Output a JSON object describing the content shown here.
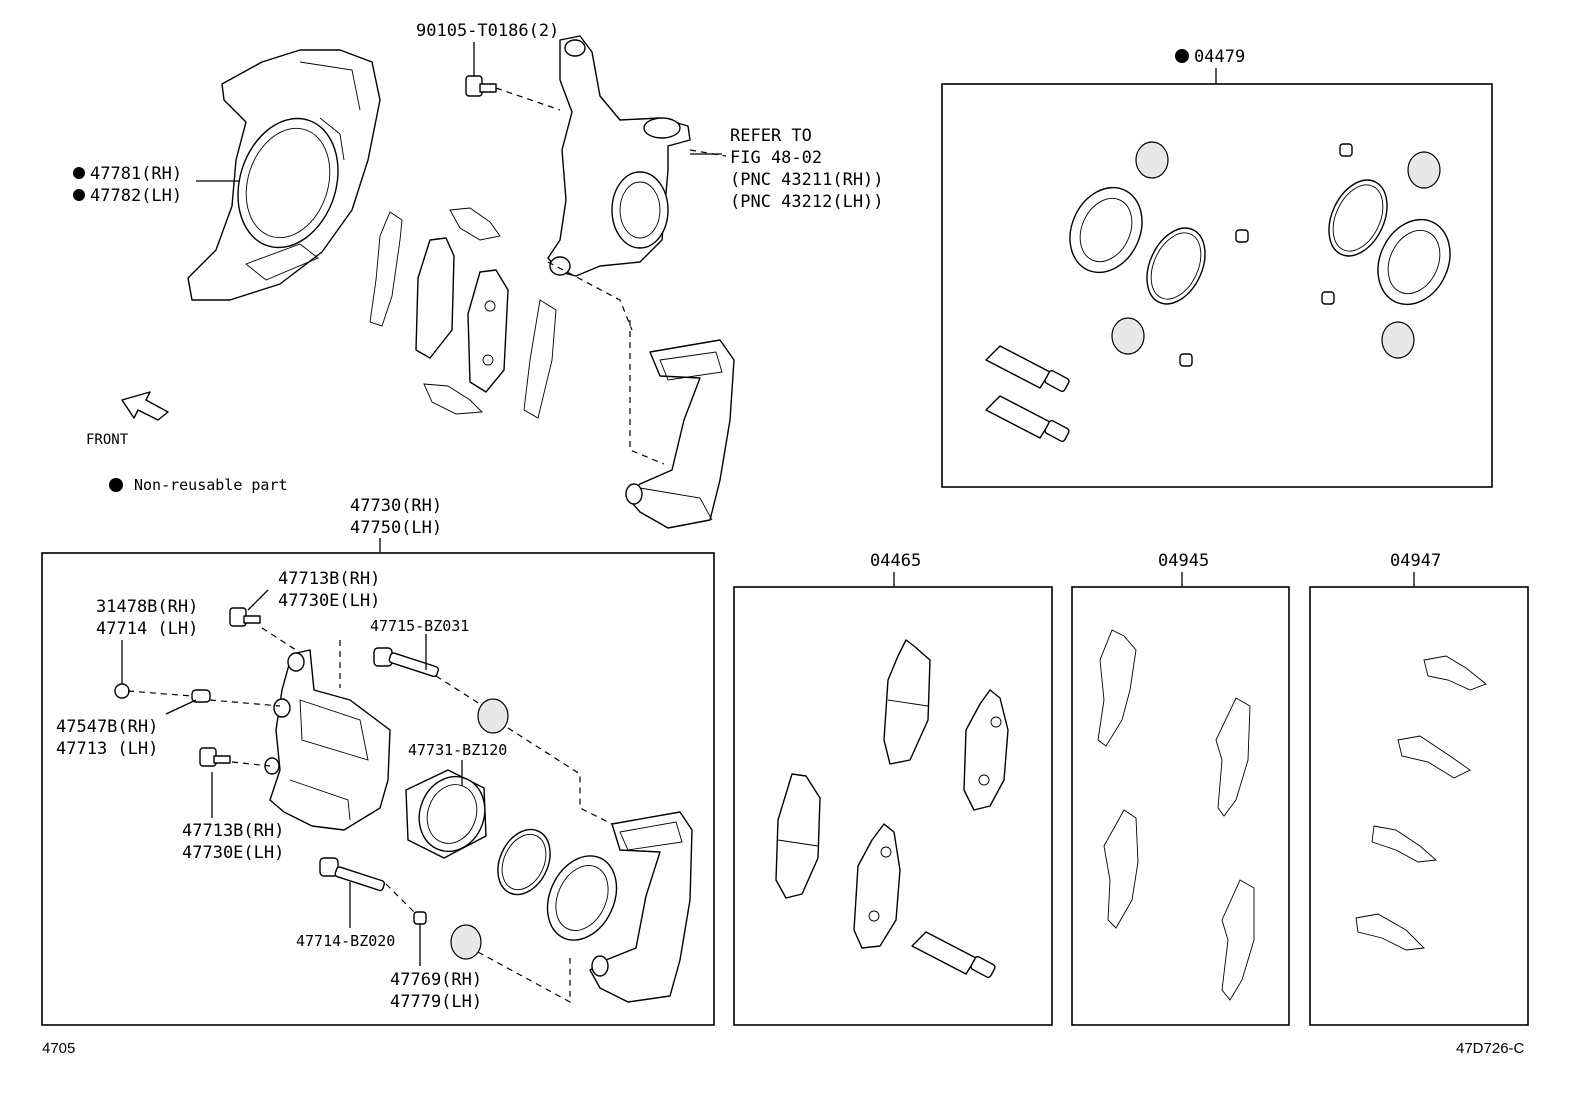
{
  "labels": {
    "bolt_90105": "90105-T0186(2)",
    "refer_1": "REFER TO",
    "refer_2": "FIG 48-02",
    "refer_3": "(PNC 43211(RH))",
    "refer_4": "(PNC 43212(LH))",
    "shield_rh": "47781(RH)",
    "shield_lh": "47782(LH)",
    "front": "FRONT",
    "legend_text": "Non-reusable part",
    "caliper_rh": "47730(RH)",
    "caliper_lh": "47750(LH)",
    "kit_04479": "04479",
    "kit_04465": "04465",
    "kit_04945": "04945",
    "kit_04947": "04947",
    "c_47713b_rh_top": "47713B(RH)",
    "c_47730e_lh_top": "47730E(LH)",
    "c_31478b_rh": "31478B(RH)",
    "c_47714_lh": "47714 (LH)",
    "c_47715": "47715-BZ031",
    "c_47547b_rh": "47547B(RH)",
    "c_47713_lh": "47713 (LH)",
    "c_47731": "47731-BZ120",
    "c_47713b_rh_bot": "47713B(RH)",
    "c_47730e_lh_bot": "47730E(LH)",
    "c_47714_bz020": "47714-BZ020",
    "c_47769_rh": "47769(RH)",
    "c_47779_lh": "47779(LH)",
    "footer_left": "4705",
    "footer_right": "47D726-C"
  }
}
